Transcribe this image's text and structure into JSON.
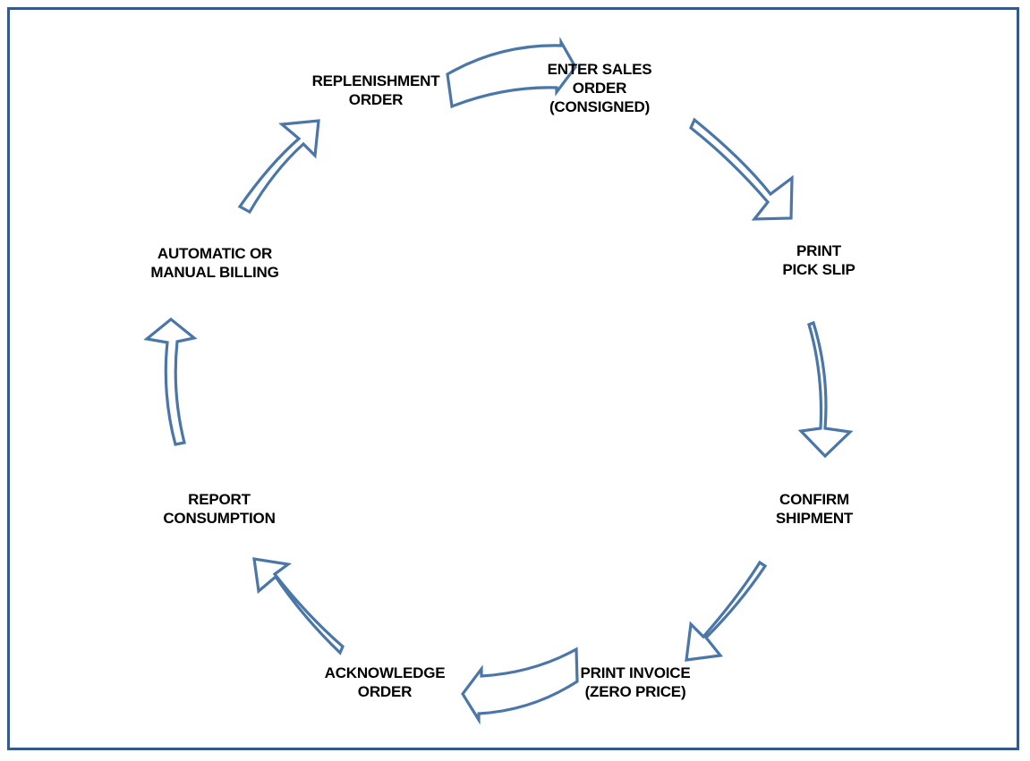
{
  "diagram": {
    "type": "cycle",
    "title": "",
    "direction": "clockwise",
    "border_color": "#35598A",
    "arrow_stroke_color": "#4A76A8",
    "arrow_fill_color": "#FFFFFF",
    "label_color": "#000000",
    "background_color": "#FFFFFF",
    "nodes": [
      {
        "id": "enter-sales-order",
        "label": "ENTER SALES\nORDER\n(CONSIGNED)",
        "position": "top-right"
      },
      {
        "id": "print-pick-slip",
        "label": "PRINT\nPICK SLIP",
        "position": "right"
      },
      {
        "id": "confirm-shipment",
        "label": "CONFIRM\nSHIPMENT",
        "position": "bottom-right"
      },
      {
        "id": "print-invoice",
        "label": "PRINT INVOICE\n(ZERO PRICE)",
        "position": "bottom-right-lower"
      },
      {
        "id": "acknowledge-order",
        "label": "ACKNOWLEDGE\nORDER",
        "position": "bottom-left-lower"
      },
      {
        "id": "report-consumption",
        "label": "REPORT\nCONSUMPTION",
        "position": "bottom-left"
      },
      {
        "id": "automatic-or-manual-billing",
        "label": "AUTOMATIC OR\nMANUAL BILLING",
        "position": "left"
      },
      {
        "id": "replenishment-order",
        "label": "REPLENISHMENT\nORDER",
        "position": "top-left"
      }
    ],
    "arrows": [
      {
        "id": "arrow-replenishment-to-enter-sales",
        "from": "replenishment-order",
        "to": "enter-sales-order",
        "direction": "right"
      },
      {
        "id": "arrow-enter-sales-to-pick-slip",
        "from": "enter-sales-order",
        "to": "print-pick-slip",
        "direction": "down-right"
      },
      {
        "id": "arrow-pick-slip-to-confirm",
        "from": "print-pick-slip",
        "to": "confirm-shipment",
        "direction": "down"
      },
      {
        "id": "arrow-confirm-to-invoice",
        "from": "confirm-shipment",
        "to": "print-invoice",
        "direction": "down-left"
      },
      {
        "id": "arrow-invoice-to-acknowledge",
        "from": "print-invoice",
        "to": "acknowledge-order",
        "direction": "left"
      },
      {
        "id": "arrow-acknowledge-to-report",
        "from": "acknowledge-order",
        "to": "report-consumption",
        "direction": "up-left"
      },
      {
        "id": "arrow-report-to-billing",
        "from": "report-consumption",
        "to": "automatic-or-manual-billing",
        "direction": "up"
      },
      {
        "id": "arrow-billing-to-replenishment",
        "from": "automatic-or-manual-billing",
        "to": "replenishment-order",
        "direction": "up-right"
      }
    ]
  }
}
